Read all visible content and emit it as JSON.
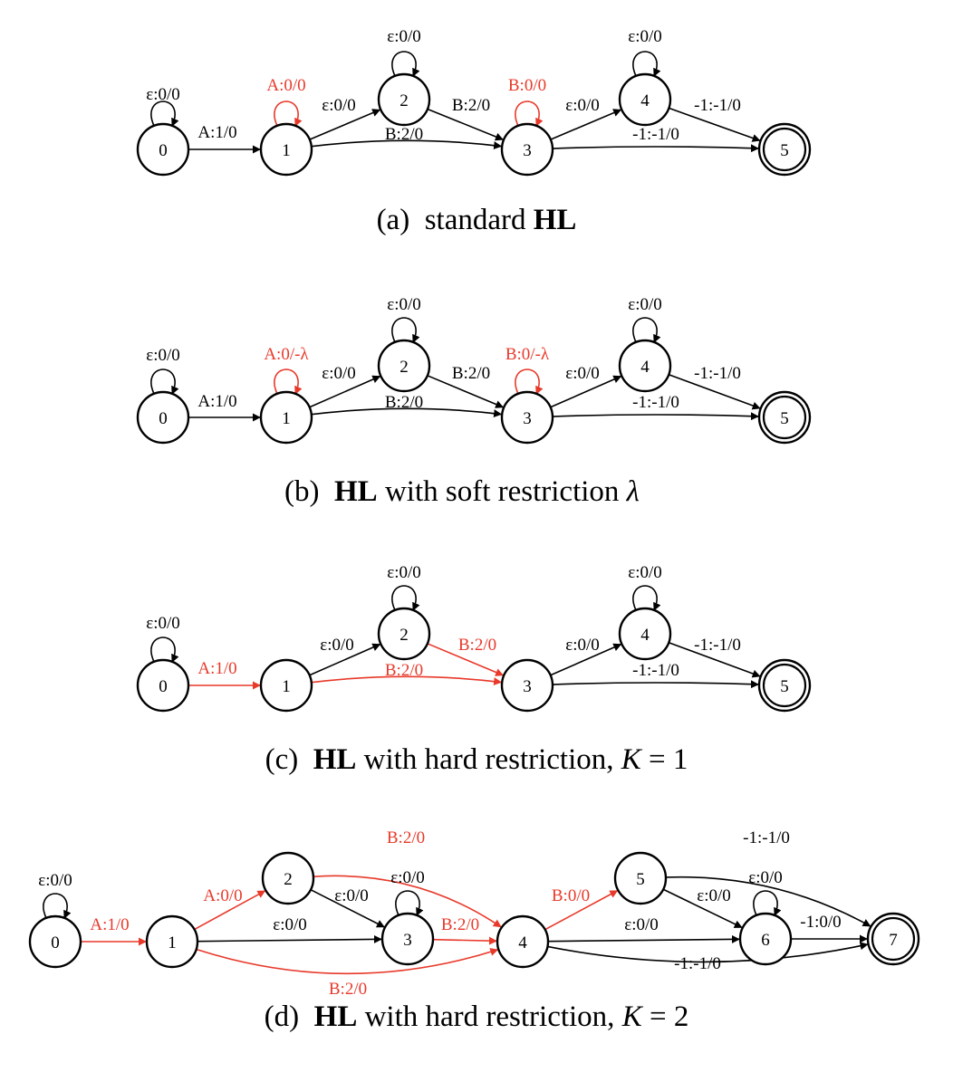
{
  "colors": {
    "black": "#000000",
    "red": "#e8392a"
  },
  "diagrams": [
    {
      "id": "a",
      "caption": [
        {
          "t": "(a)  standard "
        },
        {
          "t": "HL",
          "style": "bold"
        }
      ],
      "nodes": [
        {
          "id": "0",
          "label": "0"
        },
        {
          "id": "1",
          "label": "1"
        },
        {
          "id": "2",
          "label": "2"
        },
        {
          "id": "3",
          "label": "3"
        },
        {
          "id": "4",
          "label": "4"
        },
        {
          "id": "5",
          "label": "5",
          "final": true
        }
      ],
      "edges": [
        {
          "from": "0",
          "to": "0",
          "label": "ε:0/0",
          "color": "black"
        },
        {
          "from": "0",
          "to": "1",
          "label": "A:1/0",
          "color": "black"
        },
        {
          "from": "1",
          "to": "1",
          "label": "A:0/0",
          "color": "red"
        },
        {
          "from": "1",
          "to": "2",
          "label": "ε:0/0",
          "color": "black"
        },
        {
          "from": "1",
          "to": "3",
          "label": "B:2/0",
          "color": "black"
        },
        {
          "from": "2",
          "to": "2",
          "label": "ε:0/0",
          "color": "black"
        },
        {
          "from": "2",
          "to": "3",
          "label": "B:2/0",
          "color": "black"
        },
        {
          "from": "3",
          "to": "3",
          "label": "B:0/0",
          "color": "red"
        },
        {
          "from": "3",
          "to": "4",
          "label": "ε:0/0",
          "color": "black"
        },
        {
          "from": "3",
          "to": "5",
          "label": "-1:-1/0",
          "color": "black"
        },
        {
          "from": "4",
          "to": "4",
          "label": "ε:0/0",
          "color": "black"
        },
        {
          "from": "4",
          "to": "5",
          "label": "-1:-1/0",
          "color": "black"
        }
      ]
    },
    {
      "id": "b",
      "caption": [
        {
          "t": "(b)  "
        },
        {
          "t": "HL",
          "style": "bold"
        },
        {
          "t": " with soft restriction "
        },
        {
          "t": "λ",
          "style": "italic"
        }
      ],
      "nodes": [
        {
          "id": "0",
          "label": "0"
        },
        {
          "id": "1",
          "label": "1"
        },
        {
          "id": "2",
          "label": "2"
        },
        {
          "id": "3",
          "label": "3"
        },
        {
          "id": "4",
          "label": "4"
        },
        {
          "id": "5",
          "label": "5",
          "final": true
        }
      ],
      "edges": [
        {
          "from": "0",
          "to": "0",
          "label": "ε:0/0",
          "color": "black"
        },
        {
          "from": "0",
          "to": "1",
          "label": "A:1/0",
          "color": "black"
        },
        {
          "from": "1",
          "to": "1",
          "label": "A:0/-λ",
          "color": "red"
        },
        {
          "from": "1",
          "to": "2",
          "label": "ε:0/0",
          "color": "black"
        },
        {
          "from": "1",
          "to": "3",
          "label": "B:2/0",
          "color": "black"
        },
        {
          "from": "2",
          "to": "2",
          "label": "ε:0/0",
          "color": "black"
        },
        {
          "from": "2",
          "to": "3",
          "label": "B:2/0",
          "color": "black"
        },
        {
          "from": "3",
          "to": "3",
          "label": "B:0/-λ",
          "color": "red"
        },
        {
          "from": "3",
          "to": "4",
          "label": "ε:0/0",
          "color": "black"
        },
        {
          "from": "3",
          "to": "5",
          "label": "-1:-1/0",
          "color": "black"
        },
        {
          "from": "4",
          "to": "4",
          "label": "ε:0/0",
          "color": "black"
        },
        {
          "from": "4",
          "to": "5",
          "label": "-1:-1/0",
          "color": "black"
        }
      ]
    },
    {
      "id": "c",
      "caption": [
        {
          "t": "(c)  "
        },
        {
          "t": "HL",
          "style": "bold"
        },
        {
          "t": " with hard restriction, "
        },
        {
          "t": "K",
          "style": "italic"
        },
        {
          "t": " = 1"
        }
      ],
      "nodes": [
        {
          "id": "0",
          "label": "0"
        },
        {
          "id": "1",
          "label": "1"
        },
        {
          "id": "2",
          "label": "2"
        },
        {
          "id": "3",
          "label": "3"
        },
        {
          "id": "4",
          "label": "4"
        },
        {
          "id": "5",
          "label": "5",
          "final": true
        }
      ],
      "edges": [
        {
          "from": "0",
          "to": "0",
          "label": "ε:0/0",
          "color": "black"
        },
        {
          "from": "0",
          "to": "1",
          "label": "A:1/0",
          "color": "red"
        },
        {
          "from": "1",
          "to": "2",
          "label": "ε:0/0",
          "color": "black"
        },
        {
          "from": "1",
          "to": "3",
          "label": "B:2/0",
          "color": "red"
        },
        {
          "from": "2",
          "to": "2",
          "label": "ε:0/0",
          "color": "black"
        },
        {
          "from": "2",
          "to": "3",
          "label": "B:2/0",
          "color": "red"
        },
        {
          "from": "3",
          "to": "4",
          "label": "ε:0/0",
          "color": "black"
        },
        {
          "from": "3",
          "to": "5",
          "label": "-1:-1/0",
          "color": "black"
        },
        {
          "from": "4",
          "to": "4",
          "label": "ε:0/0",
          "color": "black"
        },
        {
          "from": "4",
          "to": "5",
          "label": "-1:-1/0",
          "color": "black"
        }
      ]
    },
    {
      "id": "d",
      "caption": [
        {
          "t": "(d)  "
        },
        {
          "t": "HL",
          "style": "bold"
        },
        {
          "t": " with hard restriction, "
        },
        {
          "t": "K",
          "style": "italic"
        },
        {
          "t": " = 2"
        }
      ],
      "nodes": [
        {
          "id": "0",
          "label": "0"
        },
        {
          "id": "1",
          "label": "1"
        },
        {
          "id": "2",
          "label": "2"
        },
        {
          "id": "3",
          "label": "3"
        },
        {
          "id": "4",
          "label": "4"
        },
        {
          "id": "5",
          "label": "5"
        },
        {
          "id": "6",
          "label": "6"
        },
        {
          "id": "7",
          "label": "7",
          "final": true
        }
      ],
      "edges": [
        {
          "from": "0",
          "to": "0",
          "label": "ε:0/0",
          "color": "black"
        },
        {
          "from": "0",
          "to": "1",
          "label": "A:1/0",
          "color": "red"
        },
        {
          "from": "1",
          "to": "2",
          "label": "A:0/0",
          "color": "red"
        },
        {
          "from": "1",
          "to": "3",
          "label": "ε:0/0",
          "color": "black"
        },
        {
          "from": "1",
          "to": "4",
          "label": "B:2/0",
          "color": "red"
        },
        {
          "from": "2",
          "to": "3",
          "label": "ε:0/0",
          "color": "black"
        },
        {
          "from": "2",
          "to": "4",
          "label": "B:2/0",
          "color": "red"
        },
        {
          "from": "3",
          "to": "3",
          "label": "ε:0/0",
          "color": "black"
        },
        {
          "from": "3",
          "to": "4",
          "label": "B:2/0",
          "color": "red"
        },
        {
          "from": "4",
          "to": "5",
          "label": "B:0/0",
          "color": "red"
        },
        {
          "from": "4",
          "to": "6",
          "label": "ε:0/0",
          "color": "black"
        },
        {
          "from": "4",
          "to": "7",
          "label": "-1:-1/0",
          "color": "black"
        },
        {
          "from": "5",
          "to": "6",
          "label": "ε:0/0",
          "color": "black"
        },
        {
          "from": "5",
          "to": "7",
          "label": "-1:-1/0",
          "color": "black"
        },
        {
          "from": "6",
          "to": "6",
          "label": "ε:0/0",
          "color": "black"
        },
        {
          "from": "6",
          "to": "7",
          "label": "-1:0/0",
          "color": "black"
        }
      ]
    }
  ]
}
